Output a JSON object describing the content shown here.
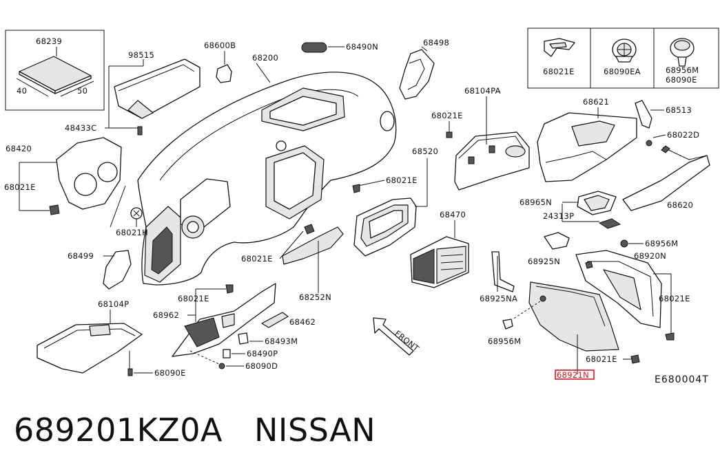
{
  "diagram": {
    "code": "E680004T",
    "front_label": "FRONT",
    "highlight_label": "68921N",
    "inset_box": {
      "part": "68239",
      "dim_left": "40",
      "dim_right": "50"
    },
    "legend": [
      {
        "part": "68021E"
      },
      {
        "part": "68090EA"
      },
      {
        "part": "68956M",
        "part2": "68090E"
      }
    ],
    "labels": {
      "l98515": "98515",
      "l68600B": "68600B",
      "l68200": "68200",
      "l68490N": "68490N",
      "l68498": "68498",
      "l48433C": "48433C",
      "l68420": "68420",
      "l68021E_a": "68021E",
      "l68021H": "68021H",
      "l68499": "68499",
      "l68021E_b": "68021E",
      "l68252N": "68252N",
      "l68104PA": "68104PA",
      "l68021E_c": "68021E",
      "l68520": "68520",
      "l68021E_d": "68021E",
      "l68470": "68470",
      "l68621": "68621",
      "l68513": "68513",
      "l68022D": "68022D",
      "l68965N": "68965N",
      "l24313P": "24313P",
      "l68620": "68620",
      "l68925N": "68925N",
      "l68956M_a": "68956M",
      "l68920N": "68920N",
      "l68925NA": "68925NA",
      "l68021E_e": "68021E",
      "l68956M_b": "68956M",
      "l68021E_f": "68021E",
      "l68104P": "68104P",
      "l68021E_g": "68021E",
      "l68962": "68962",
      "l68462": "68462",
      "l68493M": "68493M",
      "l68490P": "68490P",
      "l68090D": "68090D",
      "l68090E": "68090E"
    }
  },
  "footer": {
    "part_number": "689201KZ0A",
    "brand": "NISSAN"
  }
}
